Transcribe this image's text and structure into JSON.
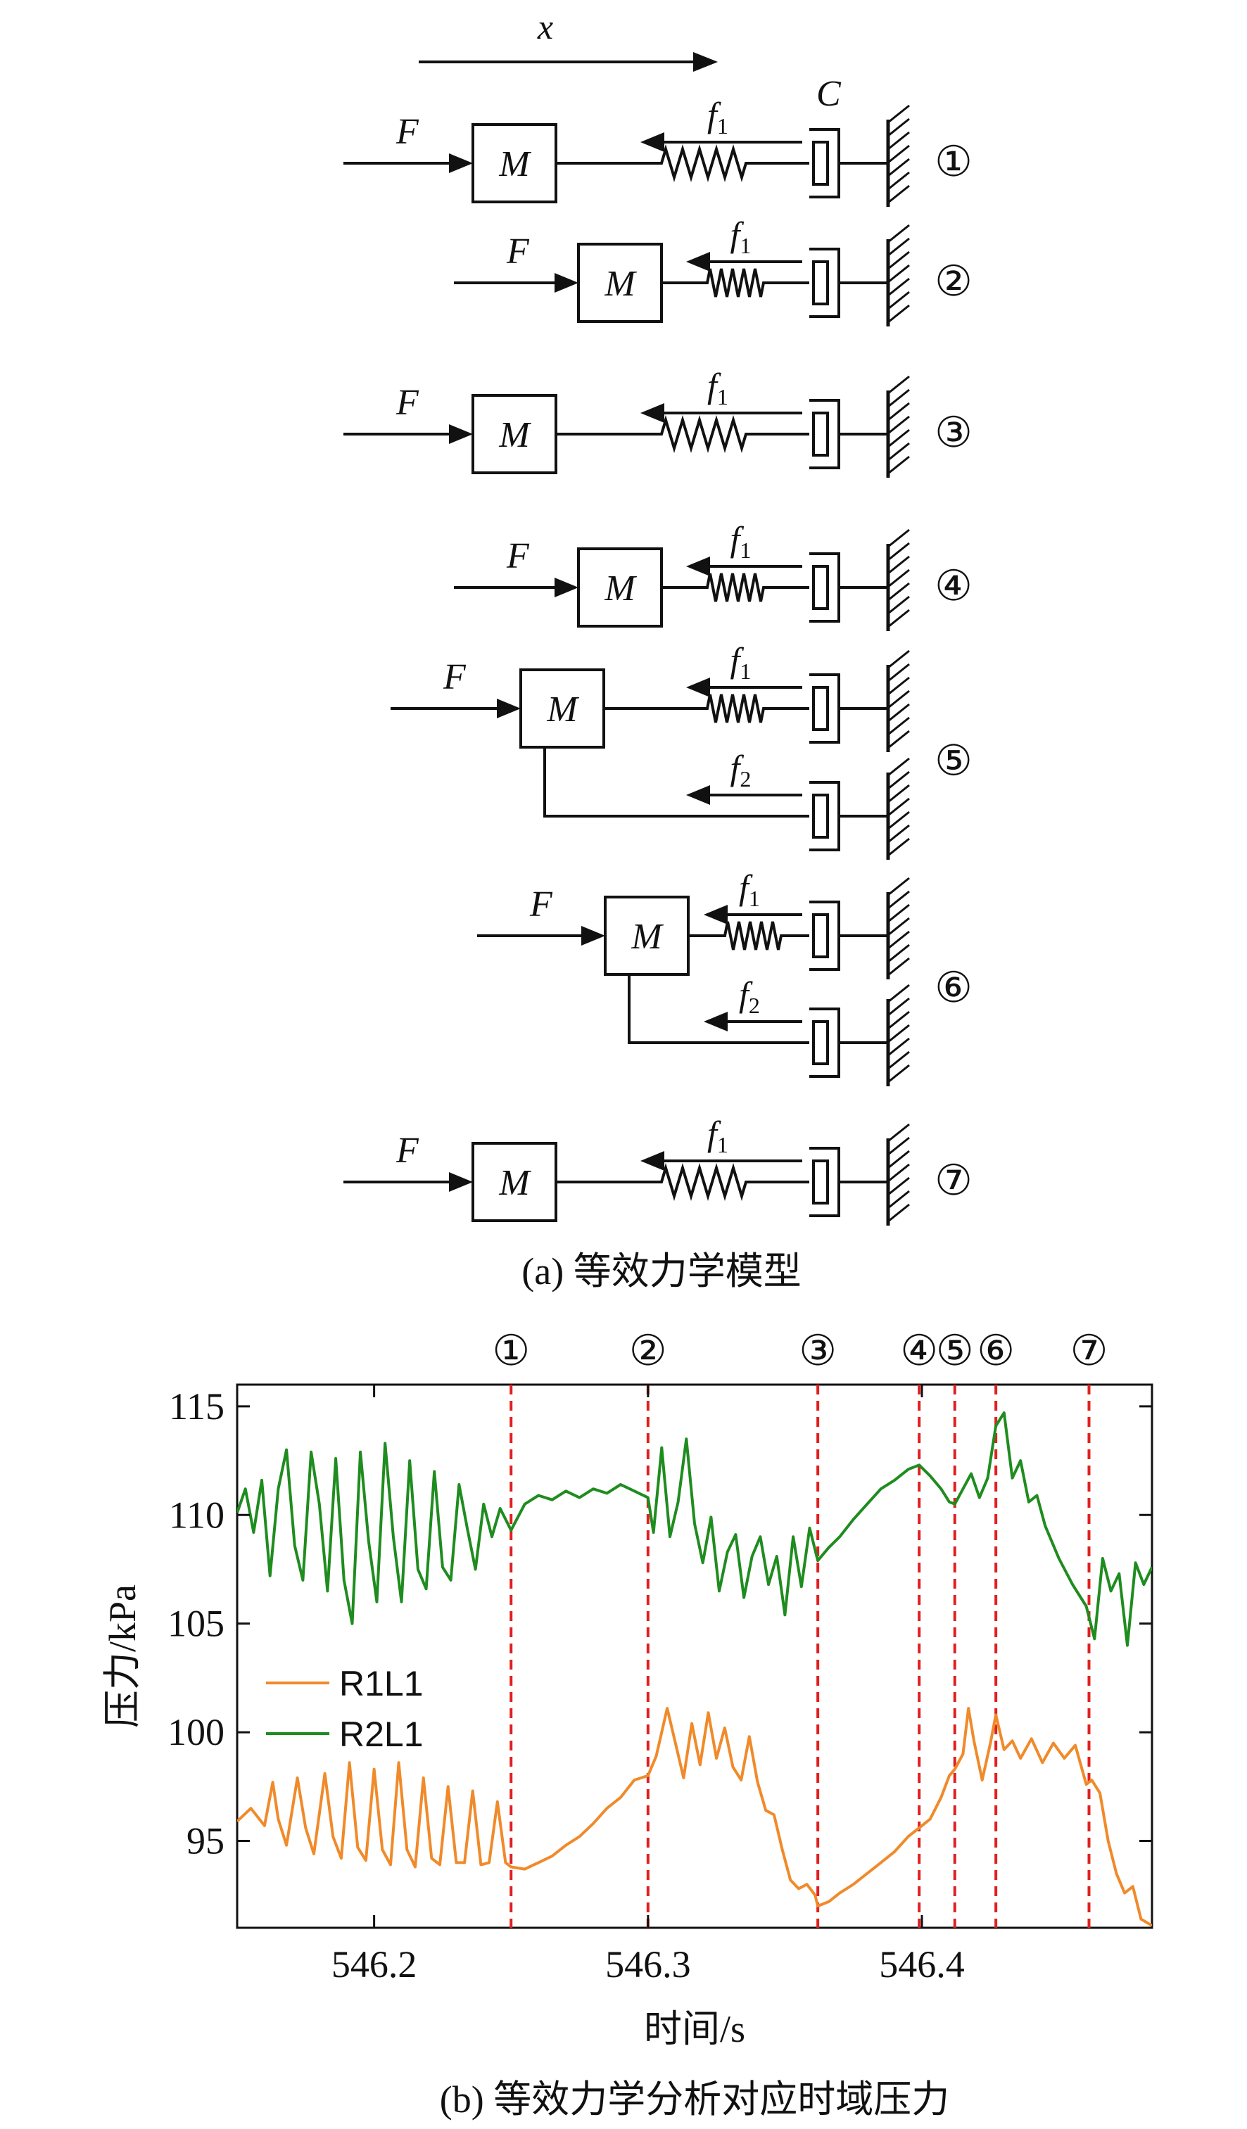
{
  "colors": {
    "ink": "#111111",
    "r1l1": "#F08A2A",
    "r2l1": "#1F8C1F",
    "event_line": "#E02020"
  },
  "diagram": {
    "x_axis_label": "x",
    "force_label": "F",
    "mass_label": "M",
    "damper_label": "C",
    "f1_base": "f",
    "f1_sub": "1",
    "f2_base": "f",
    "f2_sub": "2",
    "rows": [
      {
        "id": "①",
        "has_f2": false
      },
      {
        "id": "②",
        "has_f2": false
      },
      {
        "id": "③",
        "has_f2": false
      },
      {
        "id": "④",
        "has_f2": false
      },
      {
        "id": "⑤",
        "has_f2": true
      },
      {
        "id": "⑥",
        "has_f2": true
      },
      {
        "id": "⑦",
        "has_f2": false
      }
    ],
    "caption": "(a) 等效力学模型"
  },
  "chart_data": {
    "type": "line",
    "caption": "(b) 等效力学分析对应时域压力",
    "xlabel": "时间/s",
    "ylabel": "压力/kPa",
    "xlim": [
      546.15,
      546.484
    ],
    "ylim": [
      91,
      116
    ],
    "x_ticks": [
      546.2,
      546.3,
      546.4
    ],
    "x_tick_labels": [
      "546.2",
      "546.3",
      "546.4"
    ],
    "y_ticks": [
      95,
      100,
      105,
      110,
      115
    ],
    "y_tick_labels": [
      "95",
      "100",
      "105",
      "110",
      "115"
    ],
    "grid": false,
    "legend_position": "center-left",
    "event_lines": [
      {
        "label": "①",
        "x": 546.25
      },
      {
        "label": "②",
        "x": 546.3
      },
      {
        "label": "③",
        "x": 546.362
      },
      {
        "label": "④",
        "x": 546.399
      },
      {
        "label": "⑤",
        "x": 546.412
      },
      {
        "label": "⑥",
        "x": 546.427
      },
      {
        "label": "⑦",
        "x": 546.461
      }
    ],
    "series": [
      {
        "name": "R1L1",
        "color": "#F08A2A",
        "x": [
          546.15,
          546.155,
          546.16,
          546.163,
          546.165,
          546.168,
          546.172,
          546.175,
          546.178,
          546.182,
          546.185,
          546.188,
          546.191,
          546.194,
          546.197,
          546.2,
          546.203,
          546.206,
          546.209,
          546.212,
          546.215,
          546.218,
          546.221,
          546.224,
          546.227,
          546.23,
          546.233,
          546.236,
          546.239,
          546.242,
          546.245,
          546.248,
          546.25,
          546.255,
          546.26,
          546.265,
          546.27,
          546.275,
          546.28,
          546.285,
          546.29,
          546.295,
          546.3,
          546.303,
          546.307,
          546.31,
          546.313,
          546.316,
          546.319,
          546.322,
          546.325,
          546.328,
          546.331,
          546.334,
          546.337,
          546.34,
          546.343,
          546.346,
          546.349,
          546.352,
          546.355,
          546.358,
          546.361,
          546.362,
          546.366,
          546.37,
          546.375,
          546.38,
          546.385,
          546.39,
          546.395,
          546.399,
          546.403,
          546.407,
          546.41,
          546.412,
          546.415,
          546.417,
          546.419,
          546.422,
          546.425,
          546.427,
          546.43,
          546.433,
          546.436,
          546.44,
          546.444,
          546.448,
          546.452,
          546.456,
          546.46,
          546.462,
          546.465,
          546.468,
          546.471,
          546.474,
          546.477,
          546.48,
          546.484
        ],
        "y": [
          95.9,
          96.5,
          95.7,
          97.7,
          96.0,
          94.8,
          97.9,
          95.6,
          94.4,
          98.1,
          95.2,
          94.2,
          98.6,
          94.7,
          94.1,
          98.3,
          94.6,
          93.9,
          98.6,
          94.6,
          93.8,
          97.9,
          94.2,
          93.9,
          97.5,
          94.0,
          94.0,
          97.3,
          93.9,
          94.0,
          96.8,
          94.0,
          93.8,
          93.7,
          94.0,
          94.3,
          94.8,
          95.2,
          95.8,
          96.5,
          97.0,
          97.8,
          98.0,
          98.9,
          101.1,
          99.5,
          97.9,
          100.4,
          98.5,
          100.9,
          98.8,
          100.2,
          98.4,
          97.8,
          99.8,
          97.7,
          96.4,
          96.2,
          94.6,
          93.2,
          92.8,
          93.0,
          92.5,
          92.0,
          92.2,
          92.6,
          93.0,
          93.5,
          94.0,
          94.5,
          95.2,
          95.6,
          96.0,
          97.0,
          98.0,
          98.3,
          99.0,
          101.1,
          99.6,
          97.8,
          99.5,
          100.8,
          99.2,
          99.6,
          98.8,
          99.7,
          98.6,
          99.5,
          98.8,
          99.4,
          97.6,
          97.8,
          97.2,
          95.0,
          93.5,
          92.6,
          92.9,
          91.4,
          91.1
        ]
      },
      {
        "name": "R2L1",
        "color": "#1F8C1F",
        "x": [
          546.15,
          546.153,
          546.156,
          546.159,
          546.162,
          546.165,
          546.168,
          546.171,
          546.174,
          546.177,
          546.18,
          546.183,
          546.186,
          546.189,
          546.192,
          546.195,
          546.198,
          546.201,
          546.204,
          546.207,
          546.21,
          546.213,
          546.216,
          546.219,
          546.222,
          546.225,
          546.228,
          546.231,
          546.234,
          546.237,
          546.24,
          546.243,
          546.246,
          546.25,
          546.255,
          546.26,
          546.265,
          546.27,
          546.275,
          546.28,
          546.285,
          546.29,
          546.295,
          546.3,
          546.302,
          546.305,
          546.308,
          546.311,
          546.314,
          546.317,
          546.32,
          546.323,
          546.326,
          546.329,
          546.332,
          546.335,
          546.338,
          546.341,
          546.344,
          546.347,
          546.35,
          546.353,
          546.356,
          546.359,
          546.362,
          546.366,
          546.37,
          546.375,
          546.38,
          546.385,
          546.39,
          546.395,
          546.399,
          546.403,
          546.407,
          546.41,
          546.412,
          546.415,
          546.418,
          546.421,
          546.424,
          546.427,
          546.43,
          546.433,
          546.436,
          546.439,
          546.442,
          546.445,
          546.45,
          546.455,
          546.46,
          546.463,
          546.466,
          546.469,
          546.472,
          546.475,
          546.478,
          546.481,
          546.484
        ],
        "y": [
          110.1,
          111.2,
          109.2,
          111.6,
          107.2,
          111.2,
          113.0,
          108.6,
          107.0,
          112.9,
          110.5,
          106.5,
          112.6,
          107.0,
          105.0,
          112.9,
          108.8,
          106.0,
          113.3,
          109.0,
          106.0,
          112.5,
          107.5,
          106.6,
          112.0,
          107.6,
          107.0,
          111.4,
          109.4,
          107.5,
          110.5,
          109.0,
          110.3,
          109.3,
          110.5,
          110.9,
          110.7,
          111.1,
          110.8,
          111.2,
          111.0,
          111.4,
          111.1,
          110.8,
          109.2,
          113.1,
          109.0,
          110.6,
          113.5,
          109.6,
          107.8,
          109.9,
          106.5,
          108.3,
          109.1,
          106.2,
          108.1,
          109.0,
          106.8,
          108.1,
          105.4,
          109.0,
          106.7,
          109.4,
          107.9,
          108.5,
          109.0,
          109.8,
          110.5,
          111.2,
          111.6,
          112.1,
          112.3,
          111.8,
          111.2,
          110.6,
          110.5,
          111.2,
          111.9,
          110.8,
          111.7,
          114.1,
          114.7,
          111.7,
          112.5,
          110.6,
          110.9,
          109.5,
          108.0,
          106.8,
          105.8,
          104.3,
          108.0,
          106.5,
          107.3,
          104.0,
          107.8,
          106.8,
          107.6
        ]
      }
    ]
  }
}
